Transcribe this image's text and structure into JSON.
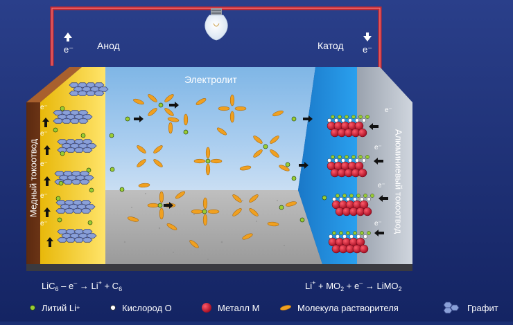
{
  "labels": {
    "anode": "Анод",
    "cathode": "Катод",
    "electrolyte": "Электролит",
    "copper_collector": "Медный токоотвод",
    "aluminum_collector": "Алюминиевый токоотвод",
    "electron_left": "e⁻",
    "electron_right": "e⁻",
    "electron_small": "e⁻"
  },
  "equations": {
    "anode": {
      "a": "LiC",
      "a_sub": "6",
      "b": " – e",
      "b_sup": "–",
      "c": " → Li",
      "c_sup": "+",
      "d": " + C",
      "d_sub": "6"
    },
    "cathode": {
      "a": "Li",
      "a_sup": "+",
      "b": " + MO",
      "b_sub": "2",
      "c": " + e",
      "c_sup": "–",
      "d": " → LiMO",
      "d_sub": "2"
    }
  },
  "legend": {
    "lithium": {
      "text": "Литий Li",
      "sup": "+"
    },
    "oxygen": {
      "text": "Кислород O"
    },
    "metal": {
      "text": "Металл M"
    },
    "solvent": {
      "text": "Молекула растворителя"
    },
    "graphite": {
      "text": "Графит"
    }
  },
  "colors": {
    "background": "#1b2f73",
    "wire": "#c8282e",
    "copper": "#7a3a1a",
    "anode_yellow": "#f2c816",
    "cathode_blue": "#1e90e0",
    "aluminum": "#b0b8c4",
    "lithium": "#9acd32",
    "oxygen": "#ffffff",
    "metal": "#c8102e",
    "solvent": "#f0a020",
    "graphite": "#8aa0d8"
  }
}
